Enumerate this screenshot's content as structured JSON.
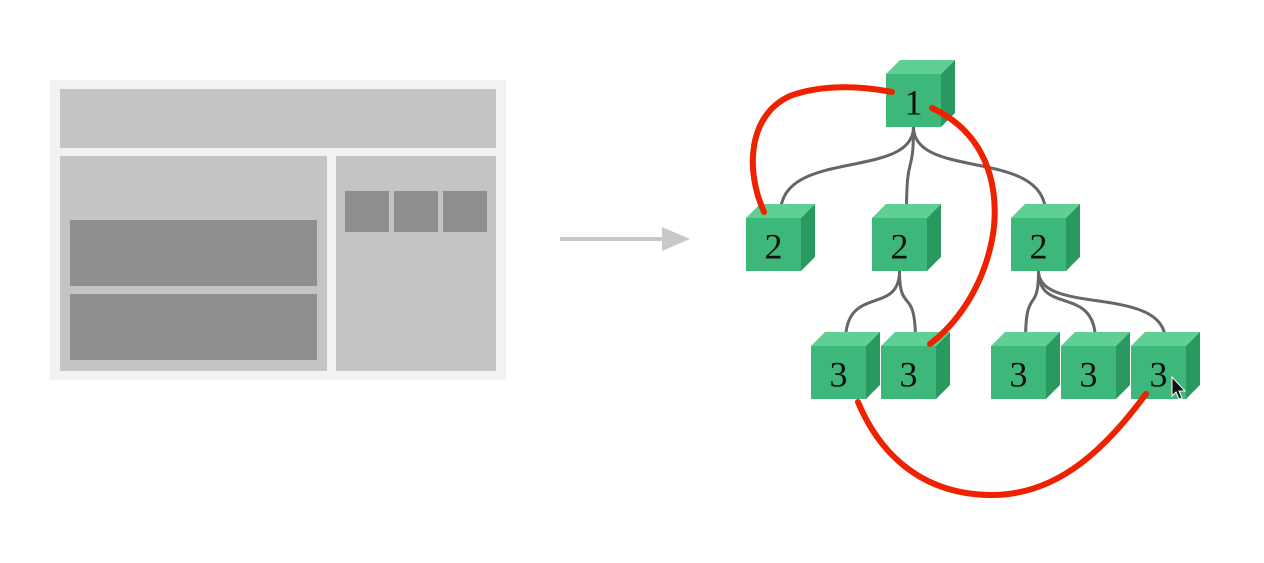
{
  "wireframe": {
    "panels": [
      "header",
      "main-content",
      "sidebar"
    ],
    "colors": {
      "outer": "#f2f2f2",
      "panel": "#c4c4c4",
      "block": "#8f8f8f"
    }
  },
  "arrow": {
    "color": "#c8c8c8"
  },
  "tree": {
    "colors": {
      "cube_front": "#3db87a",
      "cube_top": "#5fcf93",
      "cube_side": "#2a9960",
      "connector": "#666666",
      "highlight_path": "#ee2200"
    },
    "nodes": [
      {
        "id": "root",
        "label": "1",
        "depth": 1
      },
      {
        "id": "a",
        "label": "2",
        "depth": 2
      },
      {
        "id": "b",
        "label": "2",
        "depth": 2
      },
      {
        "id": "c",
        "label": "2",
        "depth": 2
      },
      {
        "id": "b1",
        "label": "3",
        "depth": 3
      },
      {
        "id": "b2",
        "label": "3",
        "depth": 3
      },
      {
        "id": "c1",
        "label": "3",
        "depth": 3
      },
      {
        "id": "c2",
        "label": "3",
        "depth": 3
      },
      {
        "id": "c3",
        "label": "3",
        "depth": 3
      }
    ],
    "edges": [
      [
        "root",
        "a"
      ],
      [
        "root",
        "b"
      ],
      [
        "root",
        "c"
      ],
      [
        "b",
        "b1"
      ],
      [
        "b",
        "b2"
      ],
      [
        "c",
        "c1"
      ],
      [
        "c",
        "c2"
      ],
      [
        "c",
        "c3"
      ]
    ],
    "highlight_links": [
      [
        "a",
        "root"
      ],
      [
        "root",
        "b2"
      ],
      [
        "b1",
        "c3"
      ]
    ]
  }
}
